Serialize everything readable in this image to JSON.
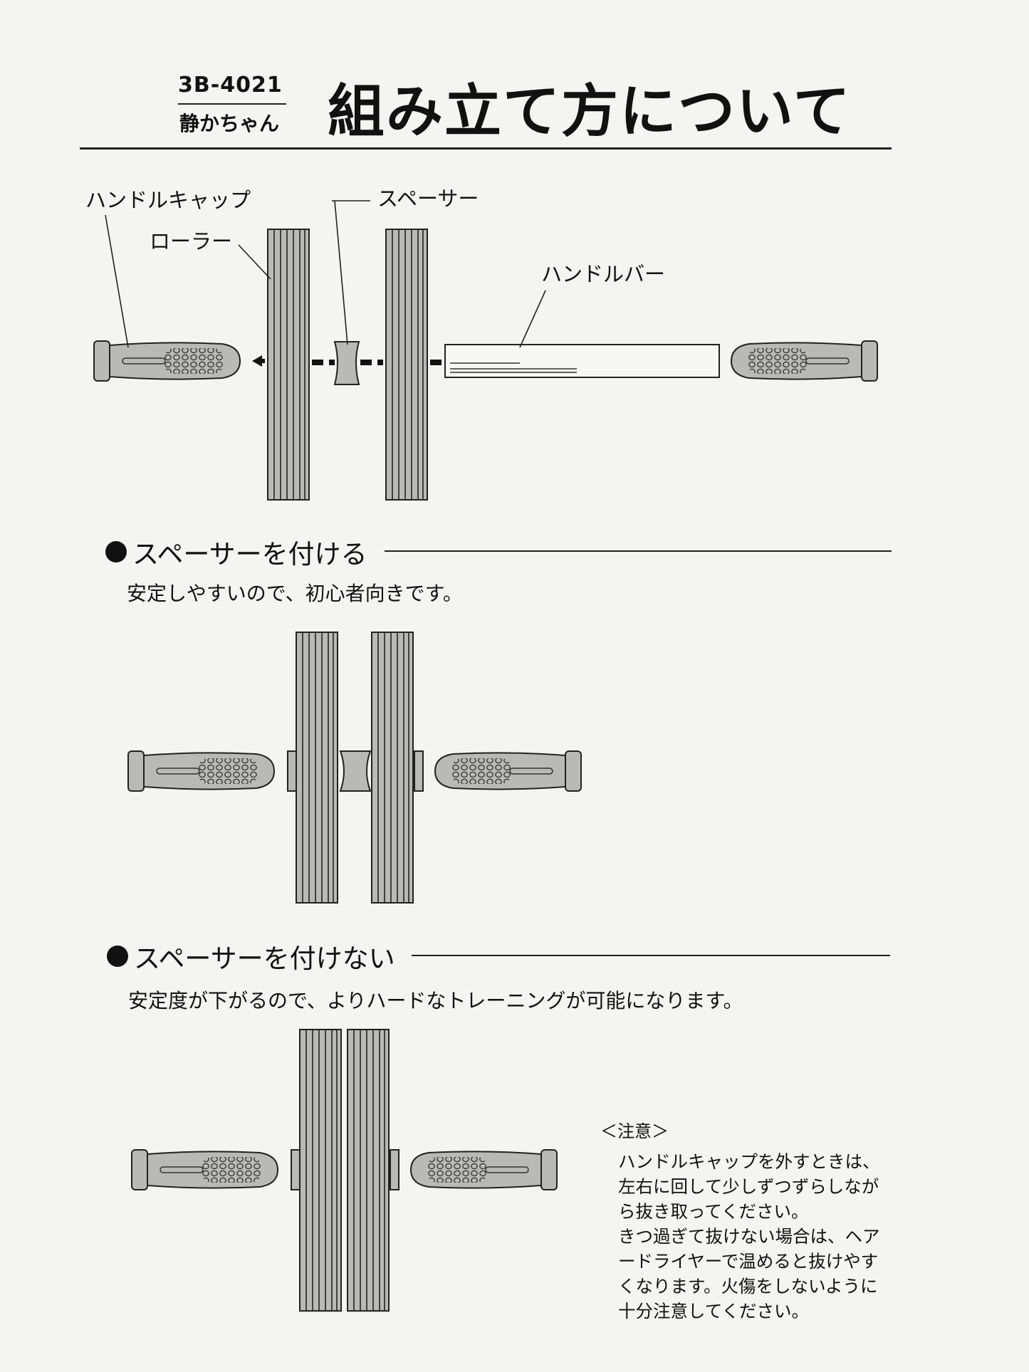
{
  "header": {
    "model_number": "3B-4021",
    "product_name": "静かちゃん",
    "title": "組み立て方について"
  },
  "diagram_labels": {
    "handle_cap": "ハンドルキャップ",
    "roller": "ローラー",
    "spacer": "スペーサー",
    "handle_bar": "ハンドルバー"
  },
  "section_with_spacer": {
    "heading": "スペーサーを付ける",
    "description": "安定しやすいので、初心者向きです。"
  },
  "section_without_spacer": {
    "heading": "スペーサーを付けない",
    "description": "安定度が下がるので、よりハードなトレーニングが可能になります。"
  },
  "caution": {
    "heading": "＜注意＞",
    "lines": [
      "ハンドルキャップを外すときは、",
      "左右に回して少しずつずらしなが",
      "ら抜き取ってください。",
      "きつ過ぎて抜けない場合は、ヘア",
      "ードライヤーで温めると抜けやす",
      "くなります。火傷をしないように",
      "十分注意してください。"
    ]
  }
}
